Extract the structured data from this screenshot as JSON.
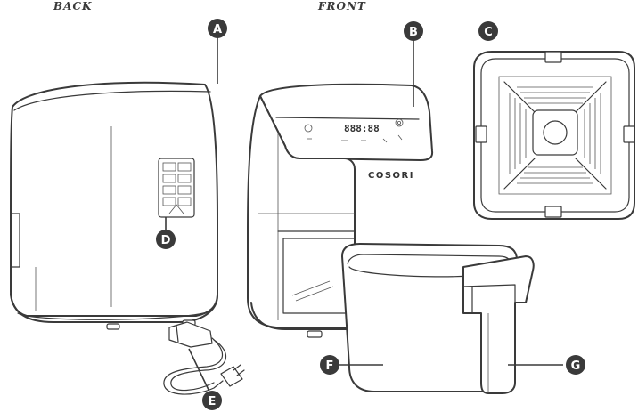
{
  "headings": {
    "back": "BACK",
    "front": "FRONT"
  },
  "brand": "COSORI",
  "display_digits": "888:88",
  "callouts": [
    "A",
    "B",
    "C",
    "D",
    "E",
    "F",
    "G"
  ]
}
